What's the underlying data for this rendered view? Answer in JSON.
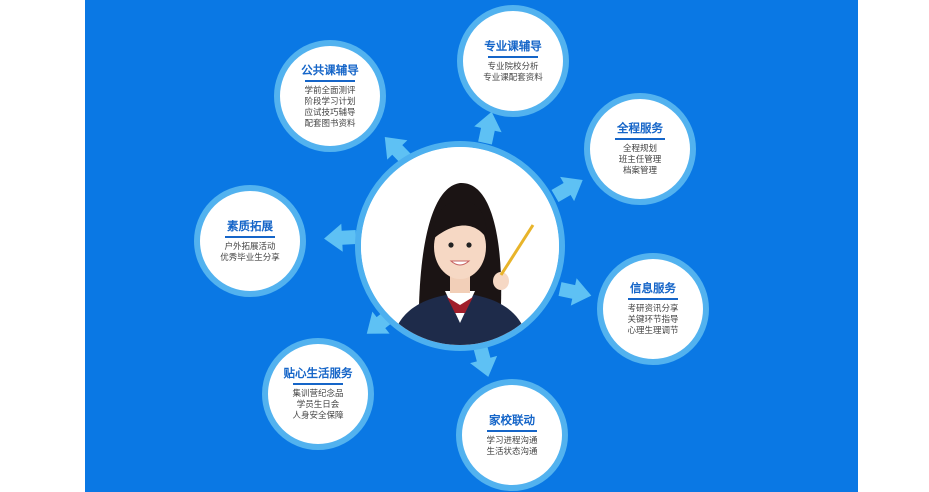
{
  "colors": {
    "background": "#0a78e4",
    "ring": "#52b2ef",
    "title": "#1565c8",
    "arrow": "#5ec1f4"
  },
  "center": {
    "icon": "student-portrait"
  },
  "nodes": [
    {
      "id": "gonggong",
      "title": "公共课辅导",
      "items": [
        "学前全面测评",
        "阶段学习计划",
        "应试技巧辅导",
        "配套图书资料"
      ]
    },
    {
      "id": "zhuanye",
      "title": "专业课辅导",
      "items": [
        "专业院校分析",
        "专业课配套资料"
      ]
    },
    {
      "id": "quancheng",
      "title": "全程服务",
      "items": [
        "全程规划",
        "班主任管理",
        "档案管理"
      ]
    },
    {
      "id": "xinxi",
      "title": "信息服务",
      "items": [
        "考研资讯分享",
        "关键环节指导",
        "心理生理调节"
      ]
    },
    {
      "id": "jiaxiao",
      "title": "家校联动",
      "items": [
        "学习进程沟通",
        "生活状态沟通"
      ]
    },
    {
      "id": "tiexin",
      "title": "贴心生活服务",
      "items": [
        "集训营纪念品",
        "学员生日会",
        "人身安全保障"
      ]
    },
    {
      "id": "suzhi",
      "title": "素质拓展",
      "items": [
        "户外拓展活动",
        "优秀毕业生分享"
      ]
    }
  ]
}
